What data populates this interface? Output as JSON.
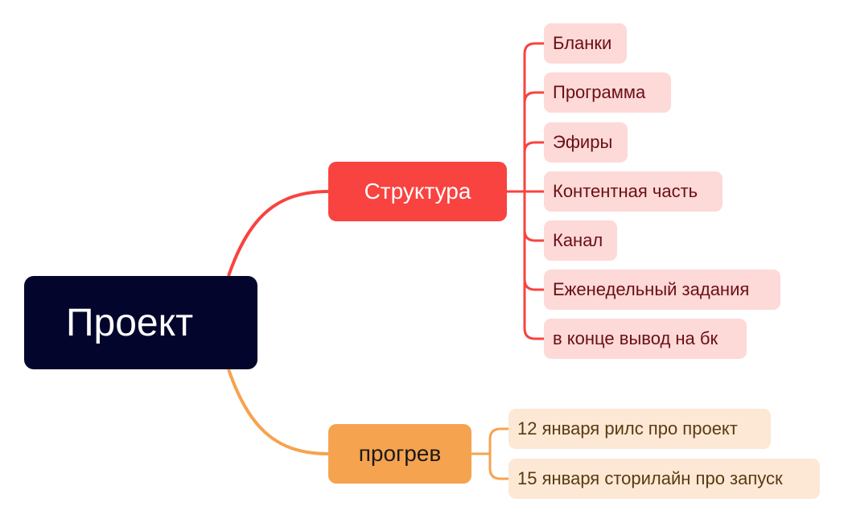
{
  "mindmap": {
    "root": {
      "label": "Проект"
    },
    "branches": [
      {
        "label": "Структура",
        "color": "#f84340",
        "leaf_color": "#fdd9d8",
        "children": [
          "Бланки",
          "Программа",
          "Эфиры",
          "Контентная часть",
          "Канал",
          "Еженедельный задания",
          "в конце вывод на бк"
        ]
      },
      {
        "label": "прогрев",
        "color": "#f6a34f",
        "leaf_color": "#fde8d5",
        "children": [
          "12 января рилс про проект",
          "15 января сторилайн про запуск"
        ]
      }
    ]
  }
}
